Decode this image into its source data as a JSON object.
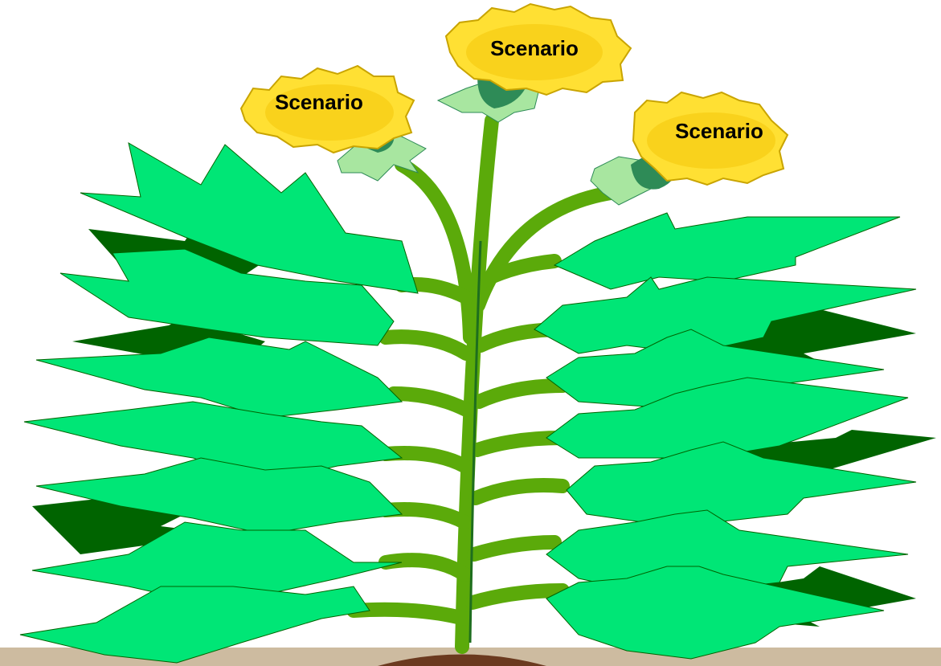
{
  "flowers": [
    {
      "label": "Scenario"
    },
    {
      "label": "Scenario"
    },
    {
      "label": "Scenario"
    }
  ],
  "colors": {
    "leaf": "#00E676",
    "leaf_dark": "#006400",
    "stem": "#5BAA0A",
    "stem_shadow": "#1E6E1E",
    "petal": "#FFE033",
    "petal_center": "#E8B800",
    "calyx": "#2E8B57",
    "sepal": "#A8E6A0",
    "ground": "#CDBBA0",
    "soil": "#6B3A1F"
  },
  "icons": [
    "leaf-shape",
    "flower-head",
    "stem"
  ]
}
